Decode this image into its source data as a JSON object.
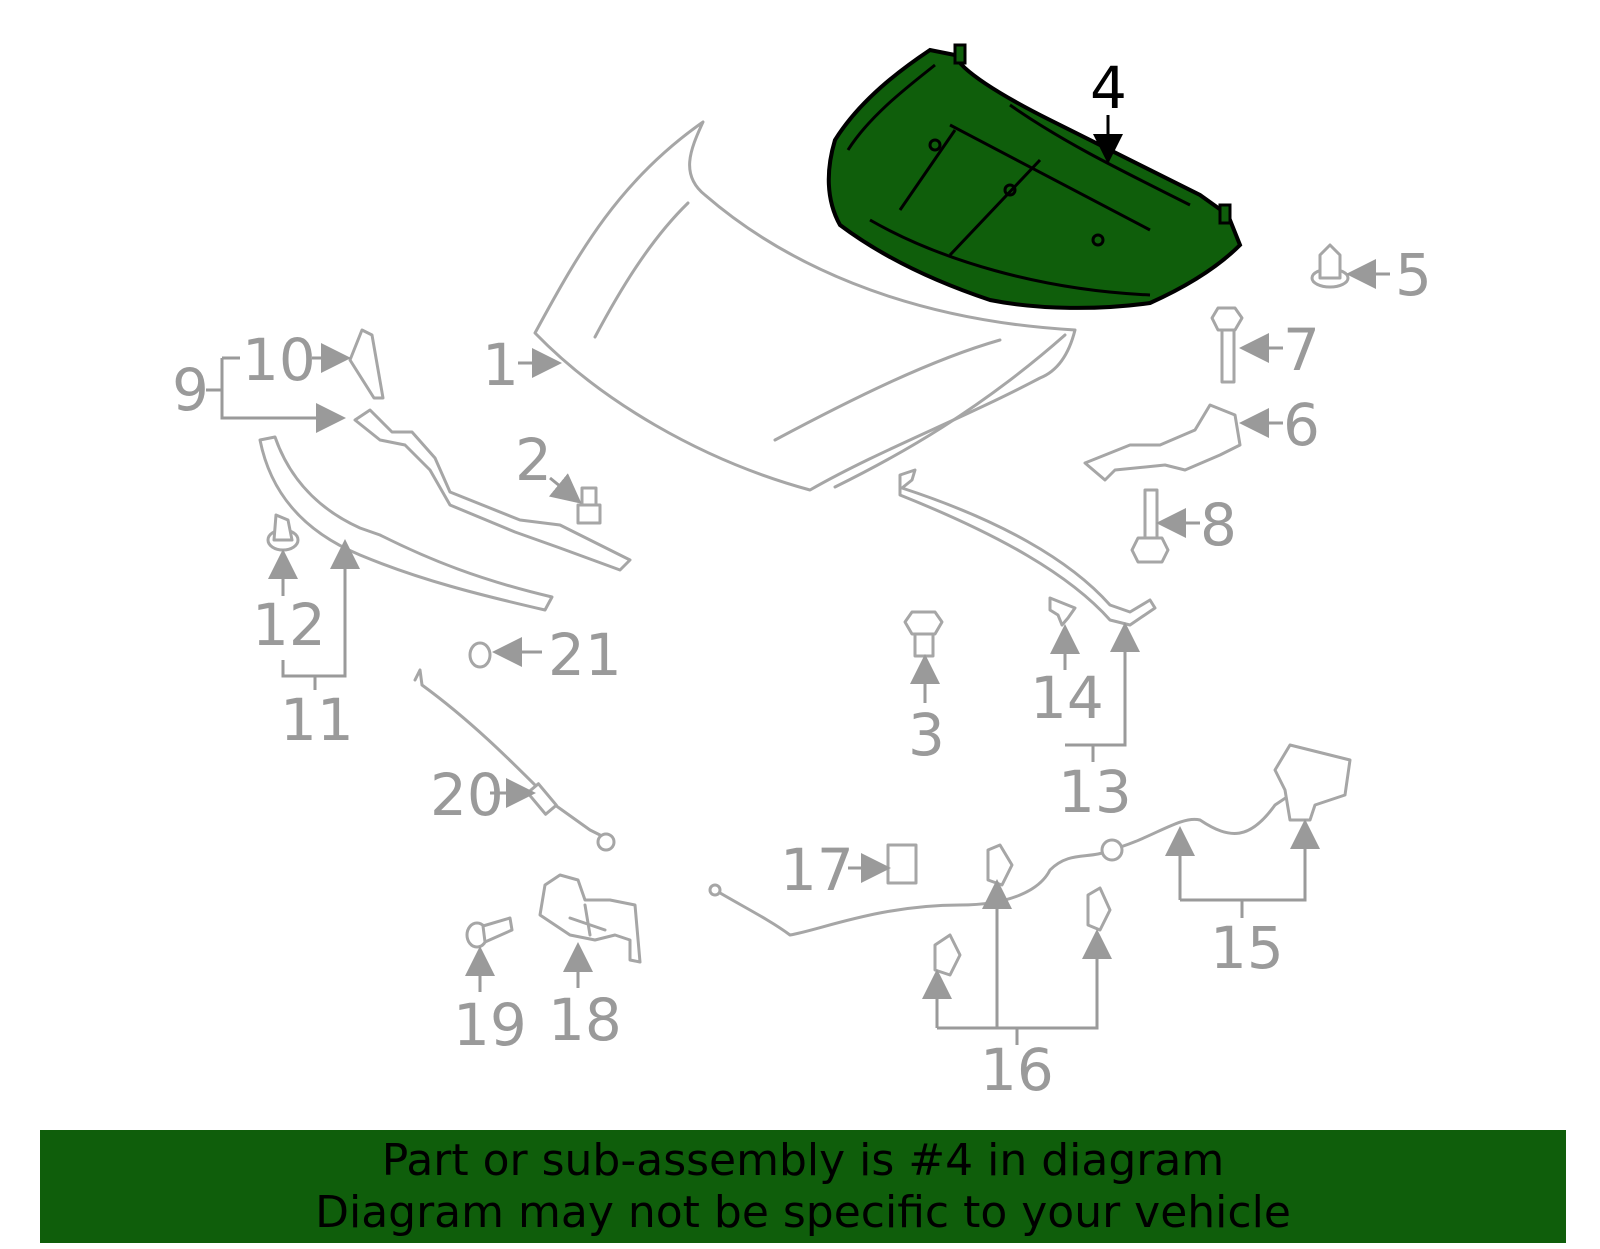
{
  "diagram": {
    "highlight_color": "#0f5e0b",
    "highlighted_part": "4",
    "callouts": [
      "1",
      "2",
      "3",
      "4",
      "5",
      "6",
      "7",
      "8",
      "9",
      "10",
      "11",
      "12",
      "13",
      "14",
      "15",
      "16",
      "17",
      "18",
      "19",
      "20",
      "21"
    ]
  },
  "banner": {
    "background": "#0f5e0b",
    "line1": "Part or sub-assembly is #4 in diagram",
    "line2": "Diagram may not be specific to your vehicle"
  }
}
